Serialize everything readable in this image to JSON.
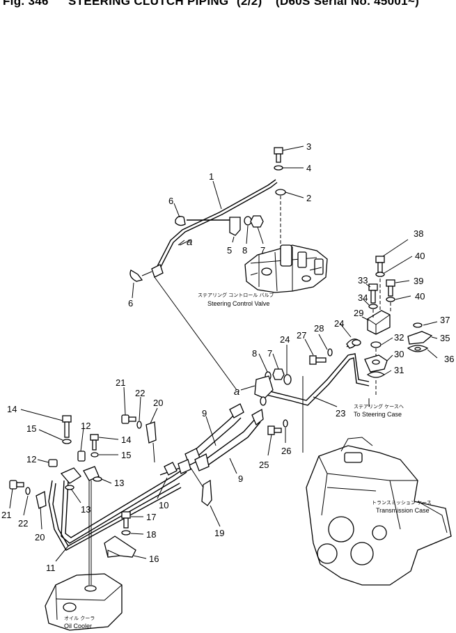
{
  "header": {
    "fig_no": "Fig. 346",
    "title": "STEERING CLUTCH PIPING",
    "sheet": "(2/2)",
    "applicability": "(D60S Serial No. 45001~)"
  },
  "callouts": [
    "1",
    "2",
    "3",
    "4",
    "5",
    "6",
    "6",
    "7",
    "7",
    "8",
    "8",
    "9",
    "9",
    "10",
    "11",
    "12",
    "12",
    "13",
    "13",
    "14",
    "14",
    "15",
    "15",
    "16",
    "17",
    "18",
    "19",
    "20",
    "20",
    "21",
    "21",
    "22",
    "22",
    "23",
    "24",
    "24",
    "25",
    "26",
    "27",
    "28",
    "29",
    "30",
    "31",
    "32",
    "33",
    "34",
    "35",
    "36",
    "37",
    "38",
    "39",
    "40",
    "40"
  ],
  "connection_letters": [
    "a",
    "a"
  ],
  "captions": {
    "steering_control_valve_jp": "ステアリング コントロール バルブ",
    "steering_control_valve": "Steering Control Valve",
    "to_steering_case_jp": "ステアリング ケースへ",
    "to_steering_case": "To Steering Case",
    "transmission_case_jp": "トランスミッション ケース",
    "transmission_case": "Transmission Case",
    "oil_cooler_jp": "オイル クーラ",
    "oil_cooler": "Oil Cooler"
  }
}
